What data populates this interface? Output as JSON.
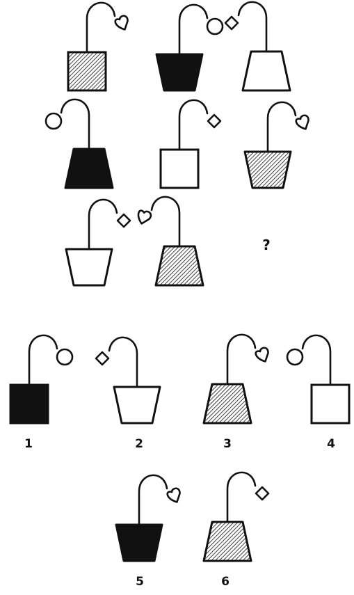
{
  "question_mark": "?",
  "answer_labels": [
    "1",
    "2",
    "3",
    "4",
    "5",
    "6"
  ],
  "colors": {
    "ink": "#111111",
    "fill_black": "#111111",
    "fill_white": "#ffffff",
    "hatch": "#111111"
  },
  "matrix": [
    {
      "pot": "square",
      "fill": "hatched",
      "flower": "heart",
      "side": "right"
    },
    {
      "pot": "cup",
      "fill": "black",
      "flower": "circle",
      "side": "right"
    },
    {
      "pot": "trapezoid",
      "fill": "white",
      "flower": "diamond",
      "side": "left"
    },
    {
      "pot": "trapezoid",
      "fill": "black",
      "flower": "circle",
      "side": "left"
    },
    {
      "pot": "square",
      "fill": "white",
      "flower": "diamond",
      "side": "right"
    },
    {
      "pot": "cup",
      "fill": "hatched",
      "flower": "heart",
      "side": "right"
    },
    {
      "pot": "cup",
      "fill": "white",
      "flower": "diamond",
      "side": "right"
    },
    {
      "pot": "trapezoid",
      "fill": "hatched",
      "flower": "heart",
      "side": "left"
    }
  ],
  "answers": [
    {
      "pot": "square",
      "fill": "black",
      "flower": "circle",
      "side": "right"
    },
    {
      "pot": "cup",
      "fill": "white",
      "flower": "diamond",
      "side": "left"
    },
    {
      "pot": "trapezoid",
      "fill": "hatched",
      "flower": "heart",
      "side": "right"
    },
    {
      "pot": "square",
      "fill": "white",
      "flower": "circle",
      "side": "left"
    },
    {
      "pot": "cup",
      "fill": "black",
      "flower": "heart",
      "side": "right"
    },
    {
      "pot": "trapezoid",
      "fill": "hatched",
      "flower": "diamond",
      "side": "right"
    }
  ]
}
